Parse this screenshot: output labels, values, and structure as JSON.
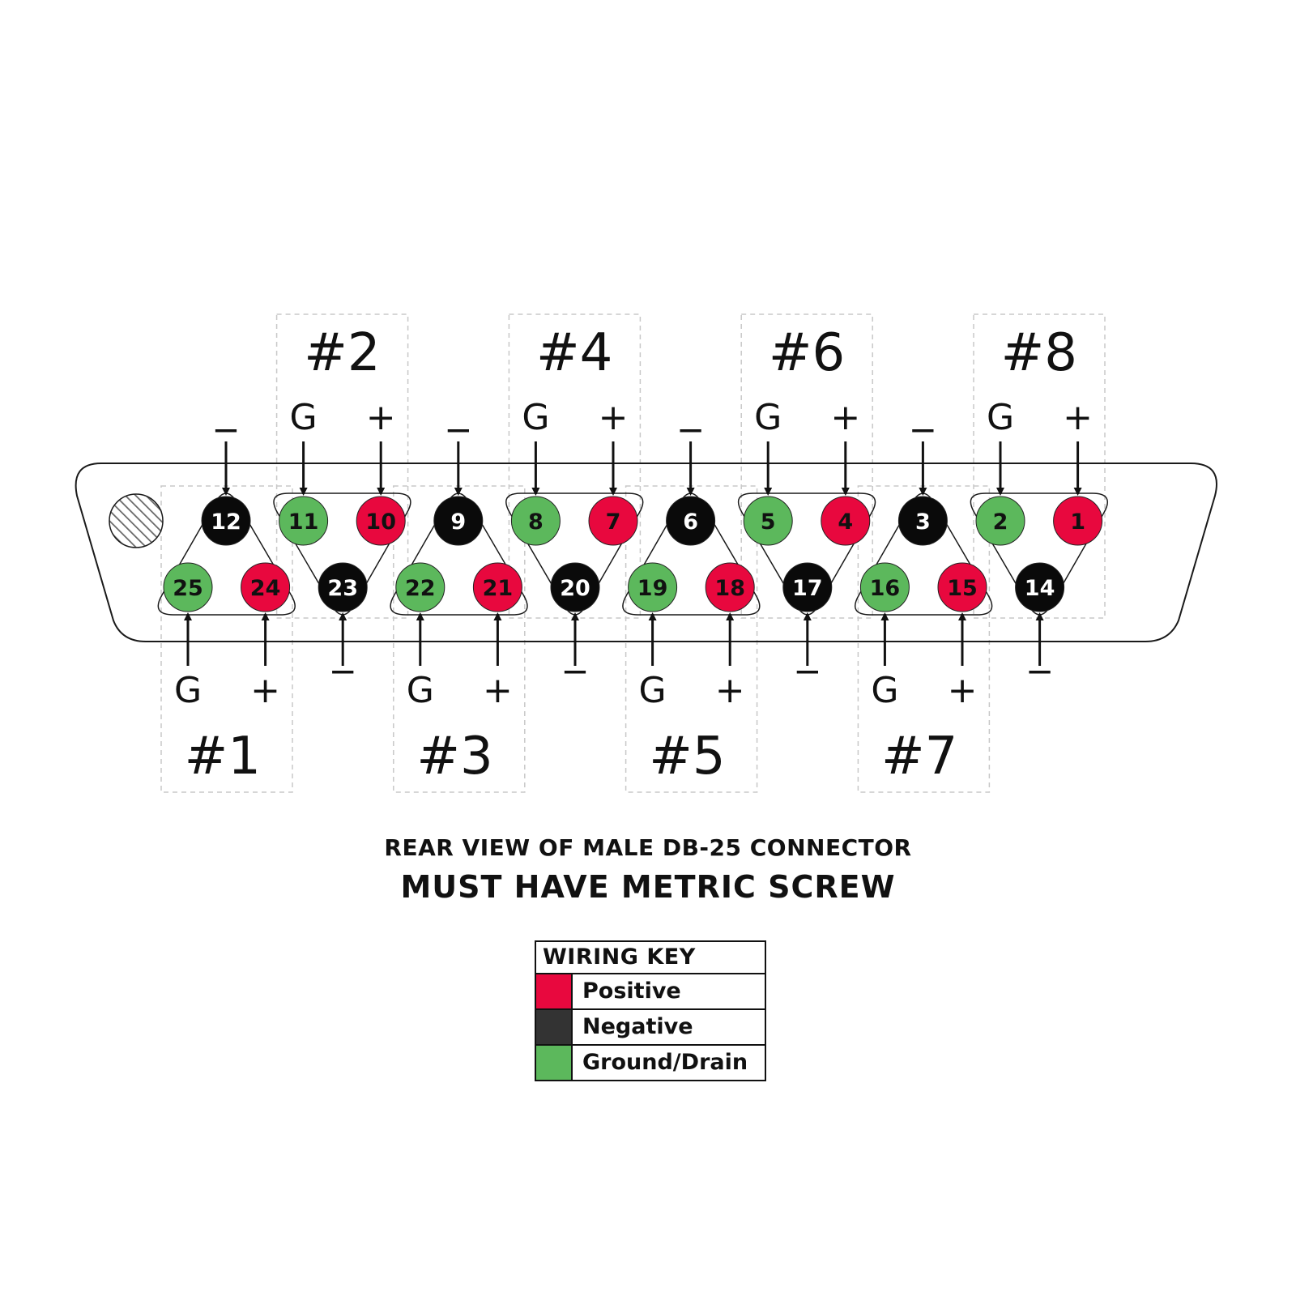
{
  "groups": [
    {
      "label": "#1"
    },
    {
      "label": "#2"
    },
    {
      "label": "#3"
    },
    {
      "label": "#4"
    },
    {
      "label": "#5"
    },
    {
      "label": "#6"
    },
    {
      "label": "#7"
    },
    {
      "label": "#8"
    }
  ],
  "top_pins": [
    {
      "number": "12",
      "type": "negative"
    },
    {
      "number": "11",
      "type": "ground"
    },
    {
      "number": "10",
      "type": "positive"
    },
    {
      "number": "9",
      "type": "negative"
    },
    {
      "number": "8",
      "type": "ground"
    },
    {
      "number": "7",
      "type": "positive"
    },
    {
      "number": "6",
      "type": "negative"
    },
    {
      "number": "5",
      "type": "ground"
    },
    {
      "number": "4",
      "type": "positive"
    },
    {
      "number": "3",
      "type": "negative"
    },
    {
      "number": "2",
      "type": "ground"
    },
    {
      "number": "1",
      "type": "positive"
    }
  ],
  "bottom_pins": [
    {
      "number": "25",
      "type": "ground"
    },
    {
      "number": "24",
      "type": "positive"
    },
    {
      "number": "23",
      "type": "negative"
    },
    {
      "number": "22",
      "type": "ground"
    },
    {
      "number": "21",
      "type": "positive"
    },
    {
      "number": "20",
      "type": "negative"
    },
    {
      "number": "19",
      "type": "ground"
    },
    {
      "number": "18",
      "type": "positive"
    },
    {
      "number": "17",
      "type": "negative"
    },
    {
      "number": "16",
      "type": "ground"
    },
    {
      "number": "15",
      "type": "positive"
    },
    {
      "number": "14",
      "type": "negative"
    }
  ],
  "signal_labels": {
    "ground": "G",
    "positive": "+",
    "negative": "−"
  },
  "colors": {
    "positive": "#e8083e",
    "negative": "#0a0a0a",
    "ground": "#5cb85c",
    "outline": "#1a1a1a",
    "dashed_box": "#c8c8c8"
  },
  "caption": {
    "line1": "REAR VIEW OF MALE DB-25 CONNECTOR",
    "line2": "MUST HAVE METRIC SCREW"
  },
  "wiring_key": {
    "title": "WIRING KEY",
    "items": [
      {
        "label": "Positive",
        "type": "positive"
      },
      {
        "label": "Negative",
        "type": "negative"
      },
      {
        "label": "Ground/Drain",
        "type": "ground"
      }
    ]
  }
}
